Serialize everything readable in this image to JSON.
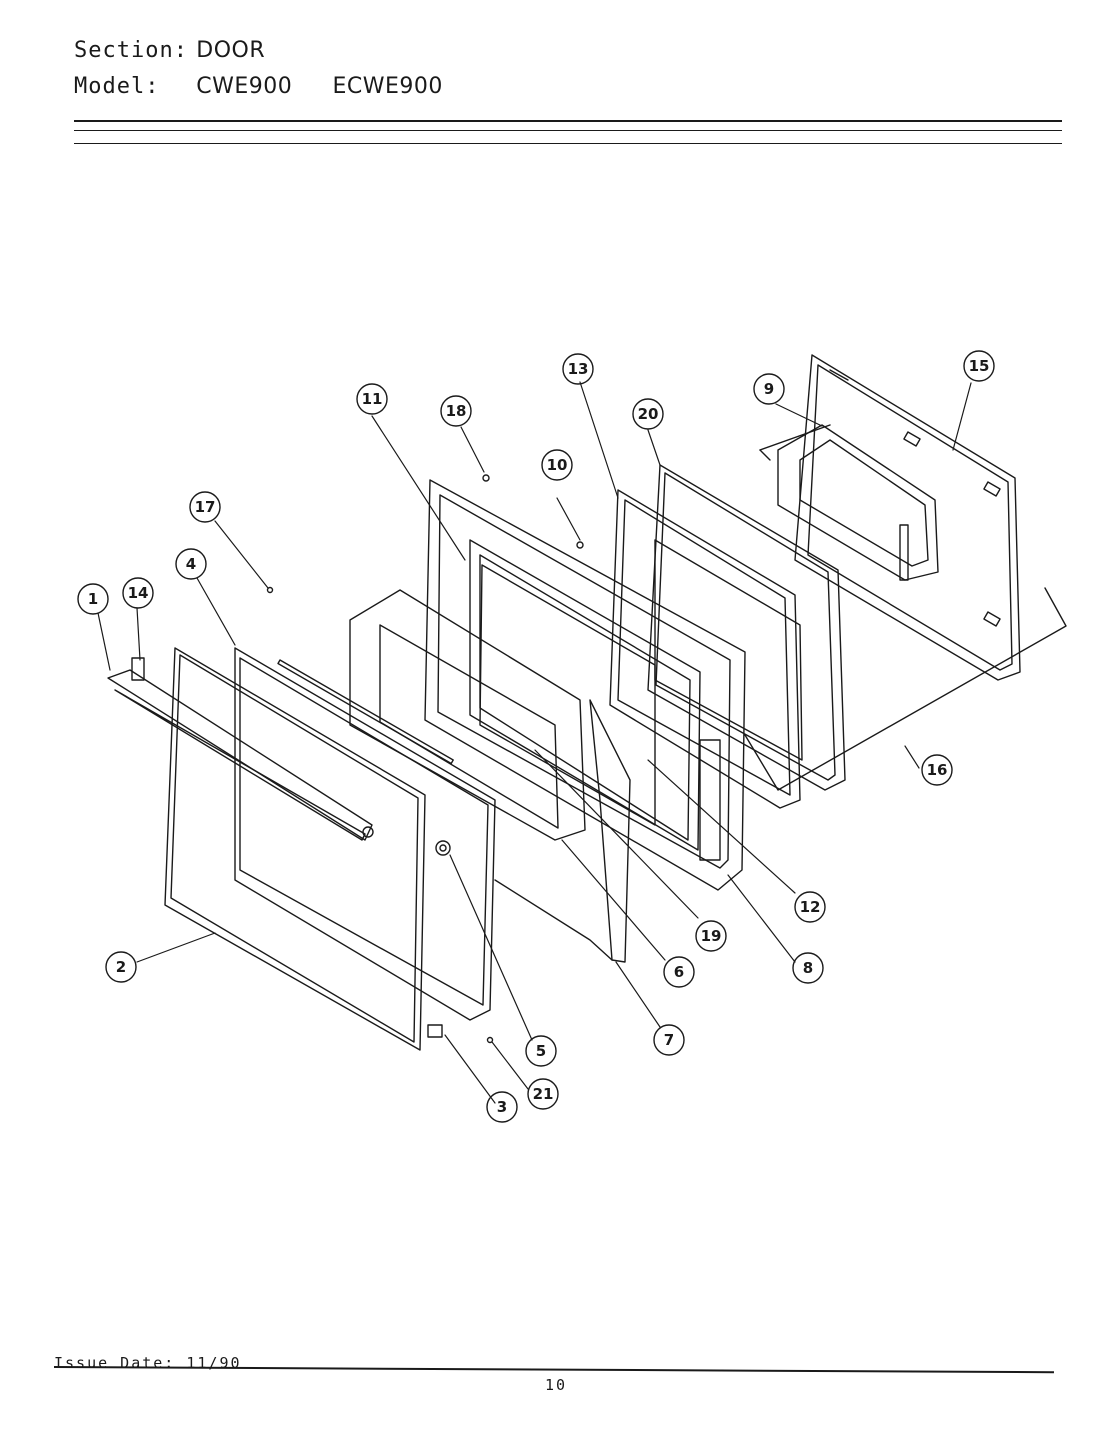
{
  "header": {
    "section_label": "Section:",
    "section_value": "DOOR",
    "model_label": "Model:",
    "model_values": [
      "CWE900",
      "ECWE900"
    ]
  },
  "parts": [
    {
      "id": "1",
      "label": "1"
    },
    {
      "id": "2",
      "label": "2"
    },
    {
      "id": "3",
      "label": "3"
    },
    {
      "id": "4",
      "label": "4"
    },
    {
      "id": "5",
      "label": "5"
    },
    {
      "id": "6",
      "label": "6"
    },
    {
      "id": "7",
      "label": "7"
    },
    {
      "id": "8",
      "label": "8"
    },
    {
      "id": "9",
      "label": "9"
    },
    {
      "id": "10",
      "label": "10"
    },
    {
      "id": "11",
      "label": "11"
    },
    {
      "id": "12",
      "label": "12"
    },
    {
      "id": "13",
      "label": "13"
    },
    {
      "id": "14",
      "label": "14"
    },
    {
      "id": "15",
      "label": "15"
    },
    {
      "id": "16",
      "label": "16"
    },
    {
      "id": "17",
      "label": "17"
    },
    {
      "id": "18",
      "label": "18"
    },
    {
      "id": "19",
      "label": "19"
    },
    {
      "id": "20",
      "label": "20"
    },
    {
      "id": "21",
      "label": "21"
    }
  ],
  "footer": {
    "issue": "Issue Date: 11/90",
    "page": "10"
  }
}
